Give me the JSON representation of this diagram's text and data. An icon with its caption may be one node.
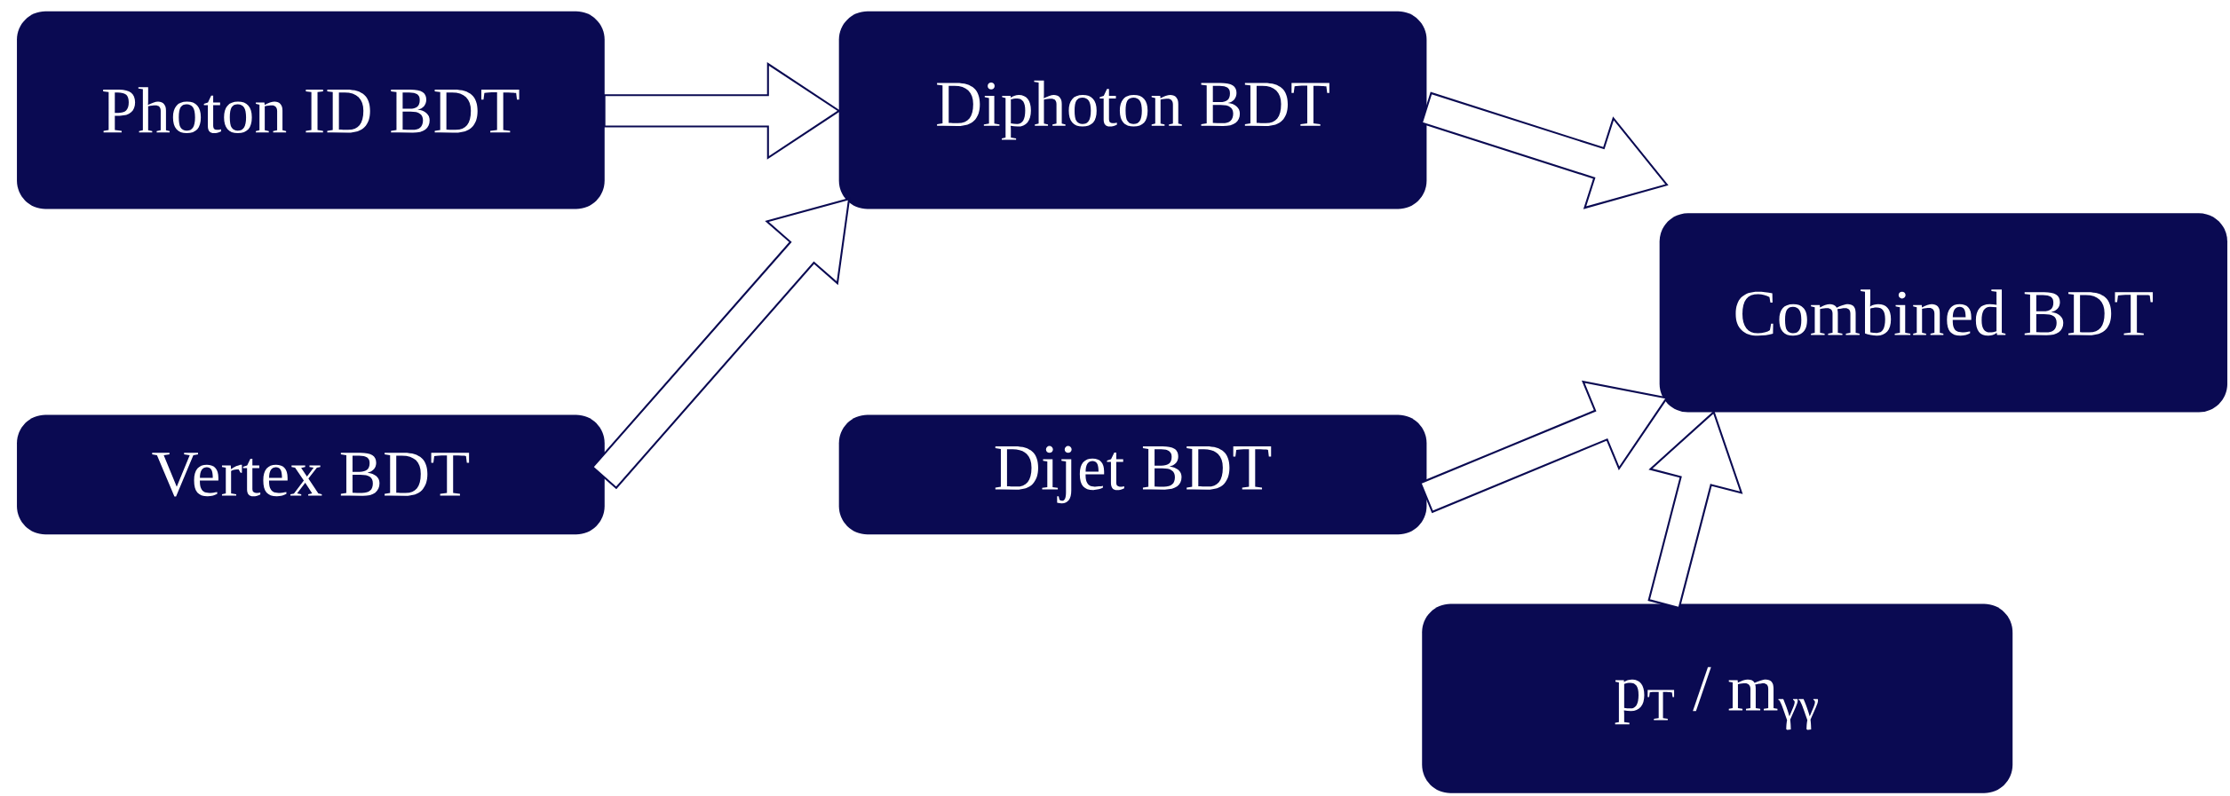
{
  "diagram": {
    "nodes": [
      {
        "text": [
          "Photon ID BDT"
        ]
      },
      {
        "text": [
          "Vertex BDT"
        ]
      },
      {
        "text": [
          "Diphoton BDT"
        ]
      },
      {
        "text": [
          "Dijet BDT"
        ]
      },
      {
        "text": [
          "Combined BDT"
        ]
      },
      {
        "text": [
          "p$_{T}$ / m$_{γγ}$"
        ]
      }
    ],
    "edges": [
      {
        "from": 0,
        "to": 2,
        "arrow": "to"
      },
      {
        "from": 1,
        "to": 2,
        "arrow": "to"
      },
      {
        "from": 2,
        "to": 4,
        "arrow": "to"
      },
      {
        "from": 3,
        "to": 4,
        "arrow": "to"
      },
      {
        "from": 5,
        "to": 4,
        "arrow": "to"
      }
    ]
  }
}
